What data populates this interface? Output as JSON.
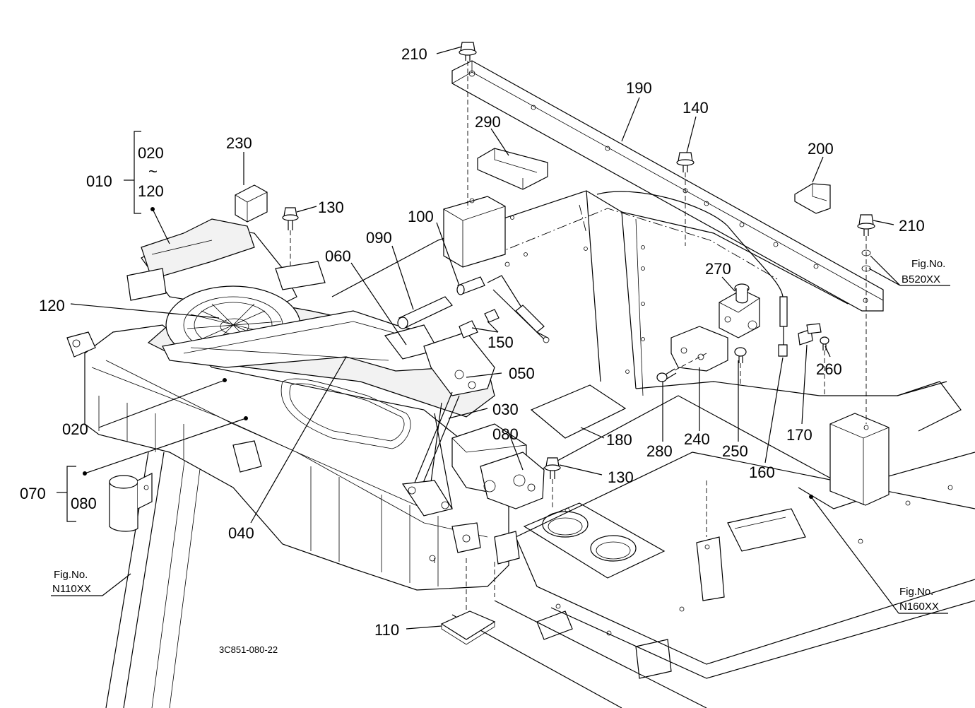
{
  "diagram": {
    "drawing_code": "3C851-080-22",
    "callouts": {
      "c010": "010",
      "c020_group": "020",
      "tilde": "~",
      "c120_group": "120",
      "c020": "020",
      "c030": "030",
      "c040": "040",
      "c050": "050",
      "c060": "060",
      "c070": "070",
      "c080_group": "080",
      "c080": "080",
      "c090": "090",
      "c100": "100",
      "c110": "110",
      "c120": "120",
      "c130_top": "130",
      "c130_mid": "130",
      "c140": "140",
      "c150": "150",
      "c160": "160",
      "c170": "170",
      "c180": "180",
      "c190": "190",
      "c200": "200",
      "c210_top": "210",
      "c210_right": "210",
      "c230": "230",
      "c240": "240",
      "c250": "250",
      "c260": "260",
      "c270": "270",
      "c280": "280",
      "c290": "290"
    },
    "fig_refs": {
      "n110_label": "Fig.No.",
      "n110_code": "N110XX",
      "b520_label": "Fig.No.",
      "b520_code": "B520XX",
      "n160_label": "Fig.No.",
      "n160_code": "N160XX"
    }
  }
}
